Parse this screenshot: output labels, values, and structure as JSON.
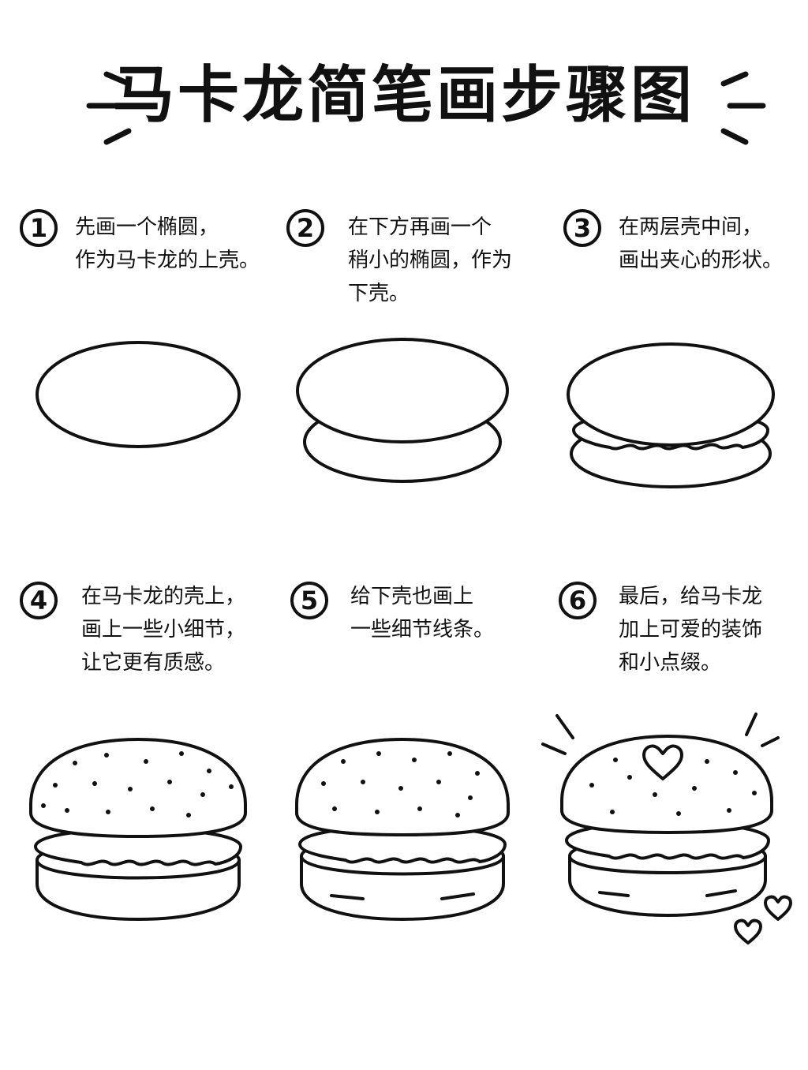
{
  "title": "马卡龙简笔画步骤图",
  "colors": {
    "ink": "#111111",
    "background": "#ffffff"
  },
  "steps": [
    {
      "number": "1",
      "lines": [
        "先画一个椭圆，",
        "作为马卡龙的上壳。"
      ]
    },
    {
      "number": "2",
      "lines": [
        "在下方再画一个",
        "稍小的椭圆，作为",
        "下壳。"
      ]
    },
    {
      "number": "3",
      "lines": [
        "在两层壳中间，",
        "画出夹心的形状。"
      ]
    },
    {
      "number": "4",
      "lines": [
        "在马卡龙的壳上，",
        "画上一些小细节，",
        "让它更有质感。"
      ]
    },
    {
      "number": "5",
      "lines": [
        "给下壳也画上",
        "一些细节线条。"
      ]
    },
    {
      "number": "6",
      "lines": [
        "最后，给马卡龙",
        "加上可爱的装饰",
        "和小点缀。"
      ]
    }
  ],
  "icons": [
    "spark-lines-icon",
    "heart-icon"
  ]
}
